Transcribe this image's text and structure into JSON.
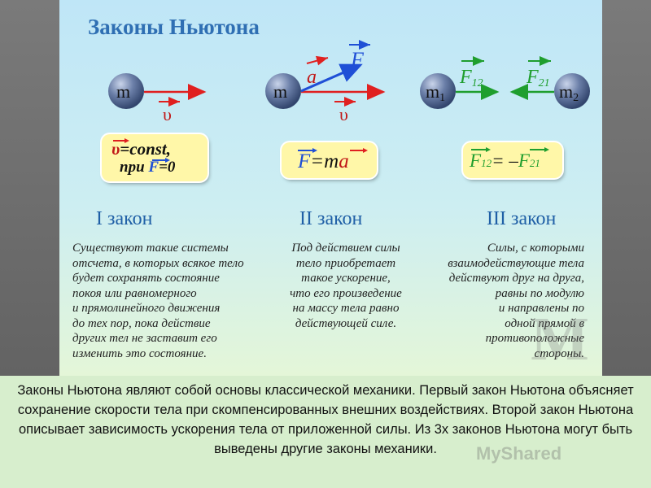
{
  "title": "Законы Ньютона",
  "diagram": {
    "mass_label": "m",
    "m1_label": "m",
    "m1_sub": "1",
    "m2_label": "m",
    "m2_sub": "2",
    "velocity_label": "υ",
    "accel_label": "a",
    "force_label": "F",
    "f12_label": "F",
    "f12_sub": "12",
    "f21_label": "F",
    "f21_sub": "21"
  },
  "formulas": {
    "first_line1_v": "υ",
    "first_line1_rest": "=const,",
    "first_line2_pre": "при ",
    "first_line2_F": "F",
    "first_line2_rest": "=0",
    "second_F": "F",
    "second_mid": "=m",
    "second_a": "a",
    "third_F": "F",
    "third_sub1": "12",
    "third_mid": "= –",
    "third_F2": "F",
    "third_sub2": "21"
  },
  "laws": [
    {
      "name": "I закон",
      "description": [
        "Существуют такие системы",
        "отсчета, в которых всякое тело",
        "будет сохранять состояние",
        "покоя или равномерного",
        "и прямолинейного движения",
        "до тех пор, пока действие",
        "других тел не заставит его",
        "изменить это состояние."
      ]
    },
    {
      "name": "II закон",
      "description": [
        "Под действием силы",
        "тело приобретает",
        "такое ускорение,",
        "что его произведение",
        "на массу тела равно",
        "действующей силе."
      ]
    },
    {
      "name": "III закон",
      "description": [
        "Силы, с которыми",
        "взаимодействующие тела",
        "действуют друг на друга,",
        "равны по модулю",
        "и направлены по",
        "одной прямой в",
        "противоположные",
        "стороны."
      ]
    }
  ],
  "watermark": "M",
  "caption": "Законы Ньютона являют собой основы классической механики. Первый закон Ньютона объясняет сохранение скорости тела при скомпенсированных внешних воздействиях. Второй закон Ньютона описывает зависимость ускорения тела от приложенной силы. Из 3х законов Ньютона могут быть выведены другие законы механики.",
  "site_watermark": "MyShared",
  "colors": {
    "accent_blue": "#2f6fb3",
    "arrow_red": "#e02020",
    "arrow_blue": "#1f4fd6",
    "arrow_green": "#1f9e2e",
    "formula_bg": "#fff7a8"
  }
}
